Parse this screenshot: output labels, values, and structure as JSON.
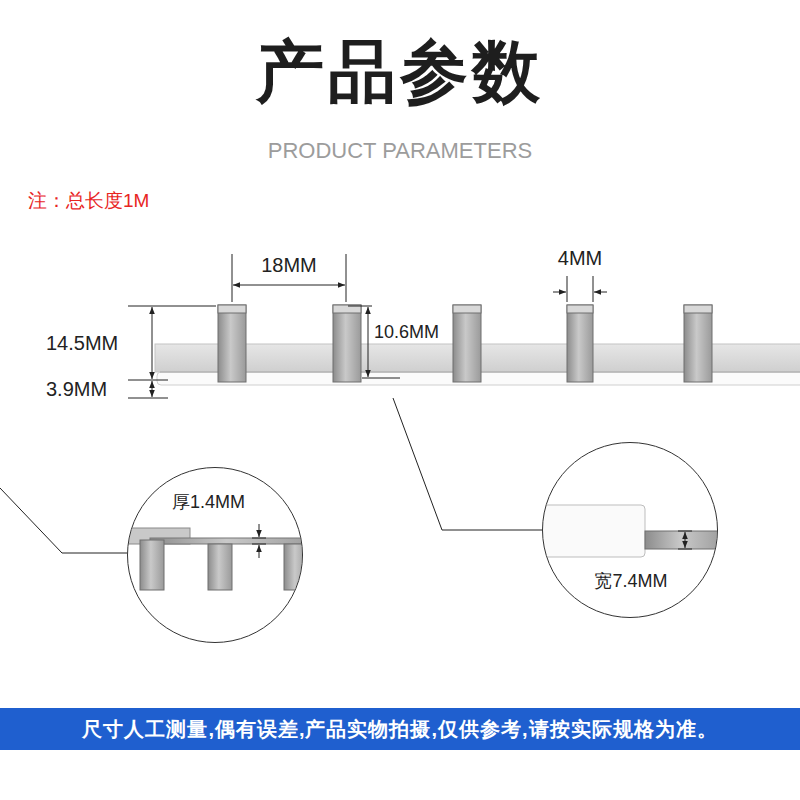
{
  "diagram": {
    "title": "产品参数",
    "nodes": [
      {
        "text": [
          "厚1.4MM"
        ]
      },
      {
        "text": [
          "宽7.4MM"
        ]
      },
      {
        "text": [
          "尺寸人工测量,偶有误差,产品实物拍摄,仅供参考,请按实际规格为准。"
        ]
      }
    ],
    "edges": [],
    "labels": [
      "PRODUCT PARAMETERS",
      "注：总长度1M",
      "18MM",
      "4MM",
      "14.5MM",
      "10.6MM",
      "3.9MM"
    ]
  }
}
